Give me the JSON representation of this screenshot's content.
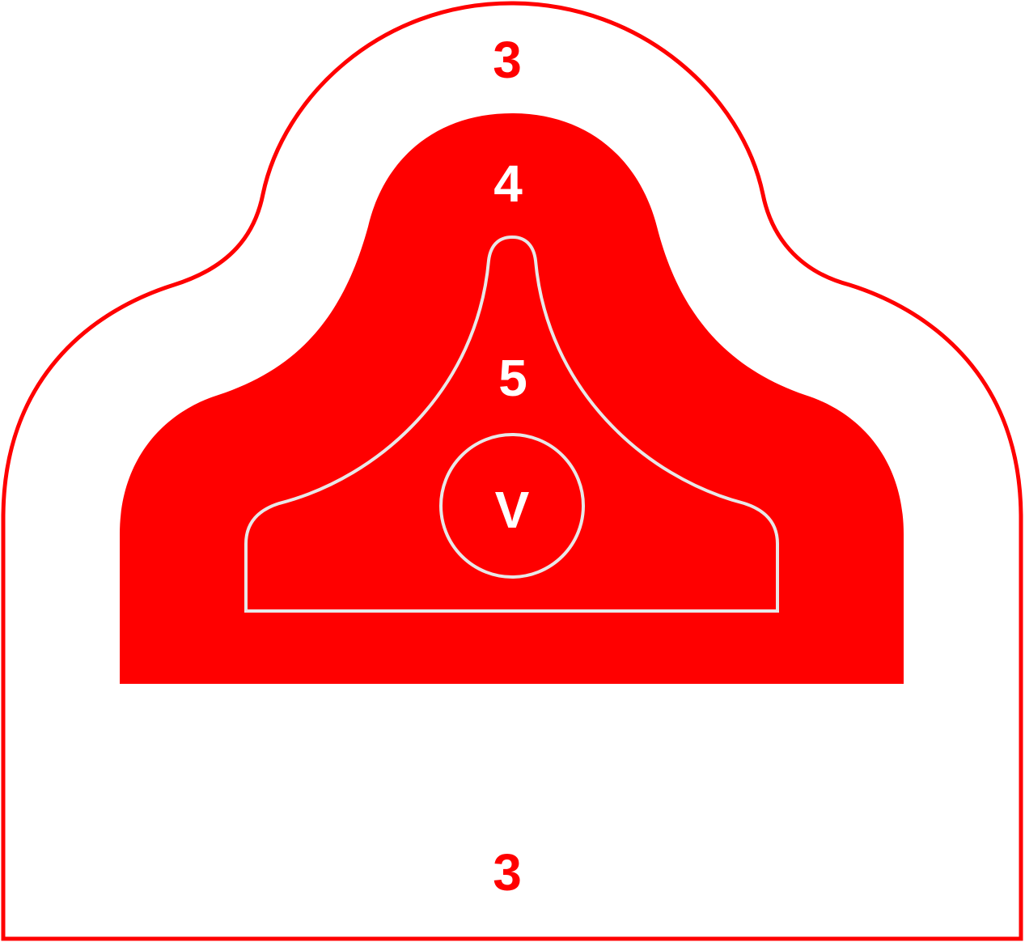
{
  "target": {
    "colors": {
      "background": "#ffffff",
      "primary_red": "#ff0000",
      "inner_outline": "#e8e8e8",
      "label_on_white": "#ff0000",
      "label_on_red": "#ffffff"
    },
    "zones": [
      {
        "id": "zone-3",
        "score_label": "3",
        "fill": "white",
        "outline": "red"
      },
      {
        "id": "zone-4",
        "score_label": "4",
        "fill": "red",
        "outline": "none"
      },
      {
        "id": "zone-5",
        "score_label": "5",
        "fill": "red",
        "outline": "white"
      },
      {
        "id": "zone-v",
        "score_label": "V",
        "fill": "red",
        "outline": "white"
      }
    ],
    "labels": {
      "top_3": "3",
      "zone_4": "4",
      "zone_5": "5",
      "zone_v": "V",
      "bottom_3": "3"
    }
  }
}
